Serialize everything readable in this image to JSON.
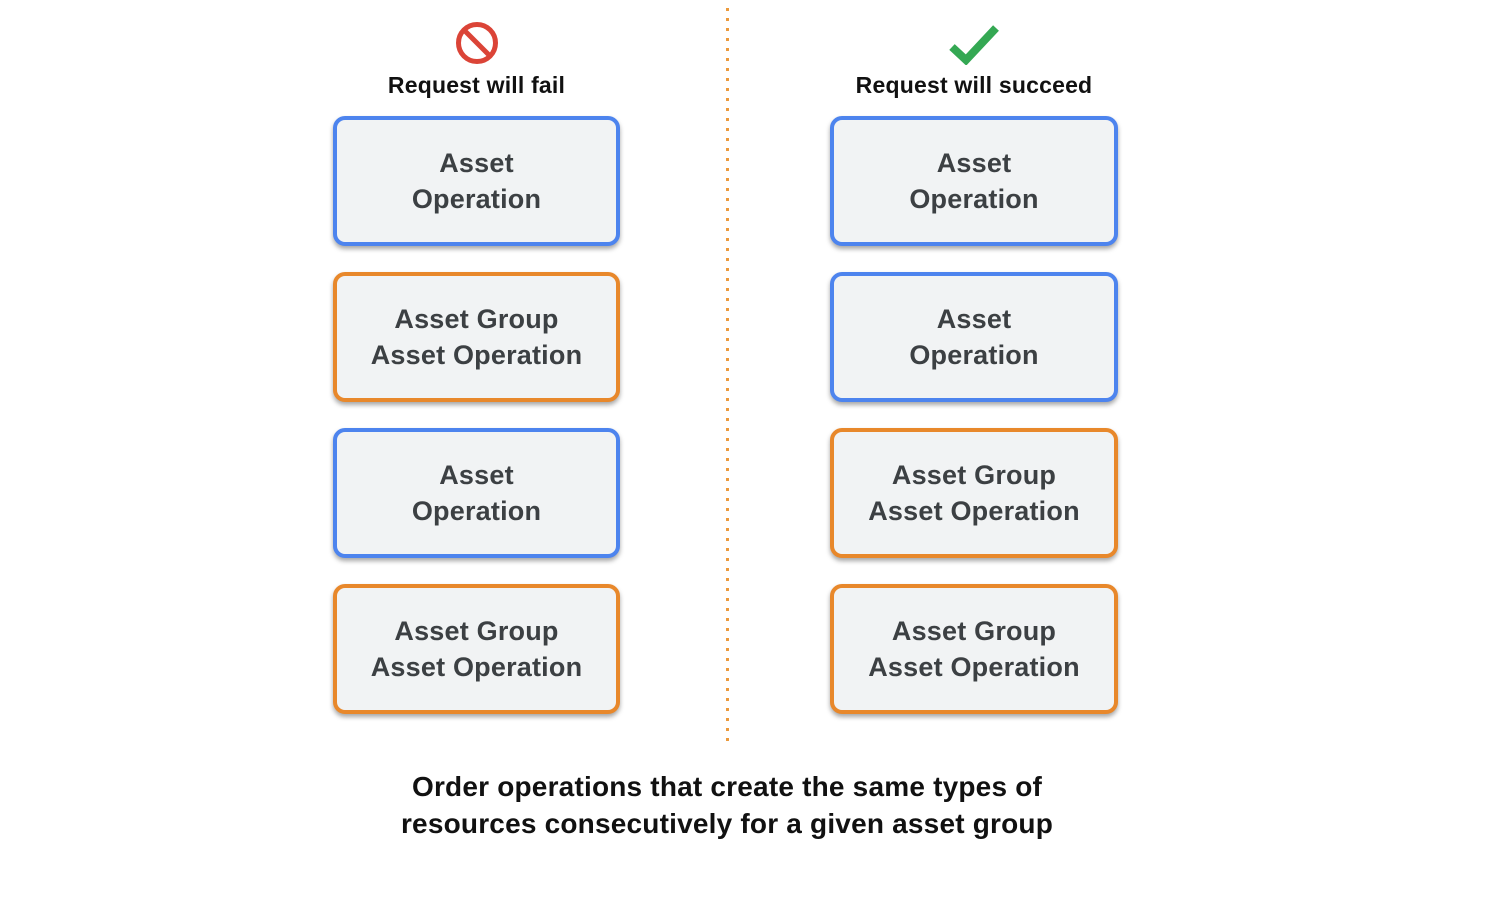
{
  "colors": {
    "blue_border": "#4d84ee",
    "orange_border": "#e8882b",
    "box_background": "#f1f3f4",
    "box_text": "#3c4043",
    "fail_icon_red": "#db4437",
    "success_icon_green": "#34a853",
    "divider_orange": "#eb9a3d",
    "heading_text": "#111111"
  },
  "fail_column": {
    "icon": "no-symbol-icon",
    "title": "Request will fail",
    "boxes": [
      {
        "type": "asset-operation",
        "border": "blue",
        "line1": "Asset",
        "line2": "Operation"
      },
      {
        "type": "asset-group-asset-operation",
        "border": "orange",
        "line1": "Asset Group",
        "line2": "Asset Operation"
      },
      {
        "type": "asset-operation",
        "border": "blue",
        "line1": "Asset",
        "line2": "Operation"
      },
      {
        "type": "asset-group-asset-operation",
        "border": "orange",
        "line1": "Asset Group",
        "line2": "Asset Operation"
      }
    ]
  },
  "success_column": {
    "icon": "checkmark-icon",
    "title": "Request will succeed",
    "boxes": [
      {
        "type": "asset-operation",
        "border": "blue",
        "line1": "Asset",
        "line2": "Operation"
      },
      {
        "type": "asset-operation",
        "border": "blue",
        "line1": "Asset",
        "line2": "Operation"
      },
      {
        "type": "asset-group-asset-operation",
        "border": "orange",
        "line1": "Asset Group",
        "line2": "Asset Operation"
      },
      {
        "type": "asset-group-asset-operation",
        "border": "orange",
        "line1": "Asset Group",
        "line2": "Asset Operation"
      }
    ]
  },
  "caption": {
    "line1": "Order operations that create the same types of",
    "line2": "resources consecutively for a given asset group"
  }
}
